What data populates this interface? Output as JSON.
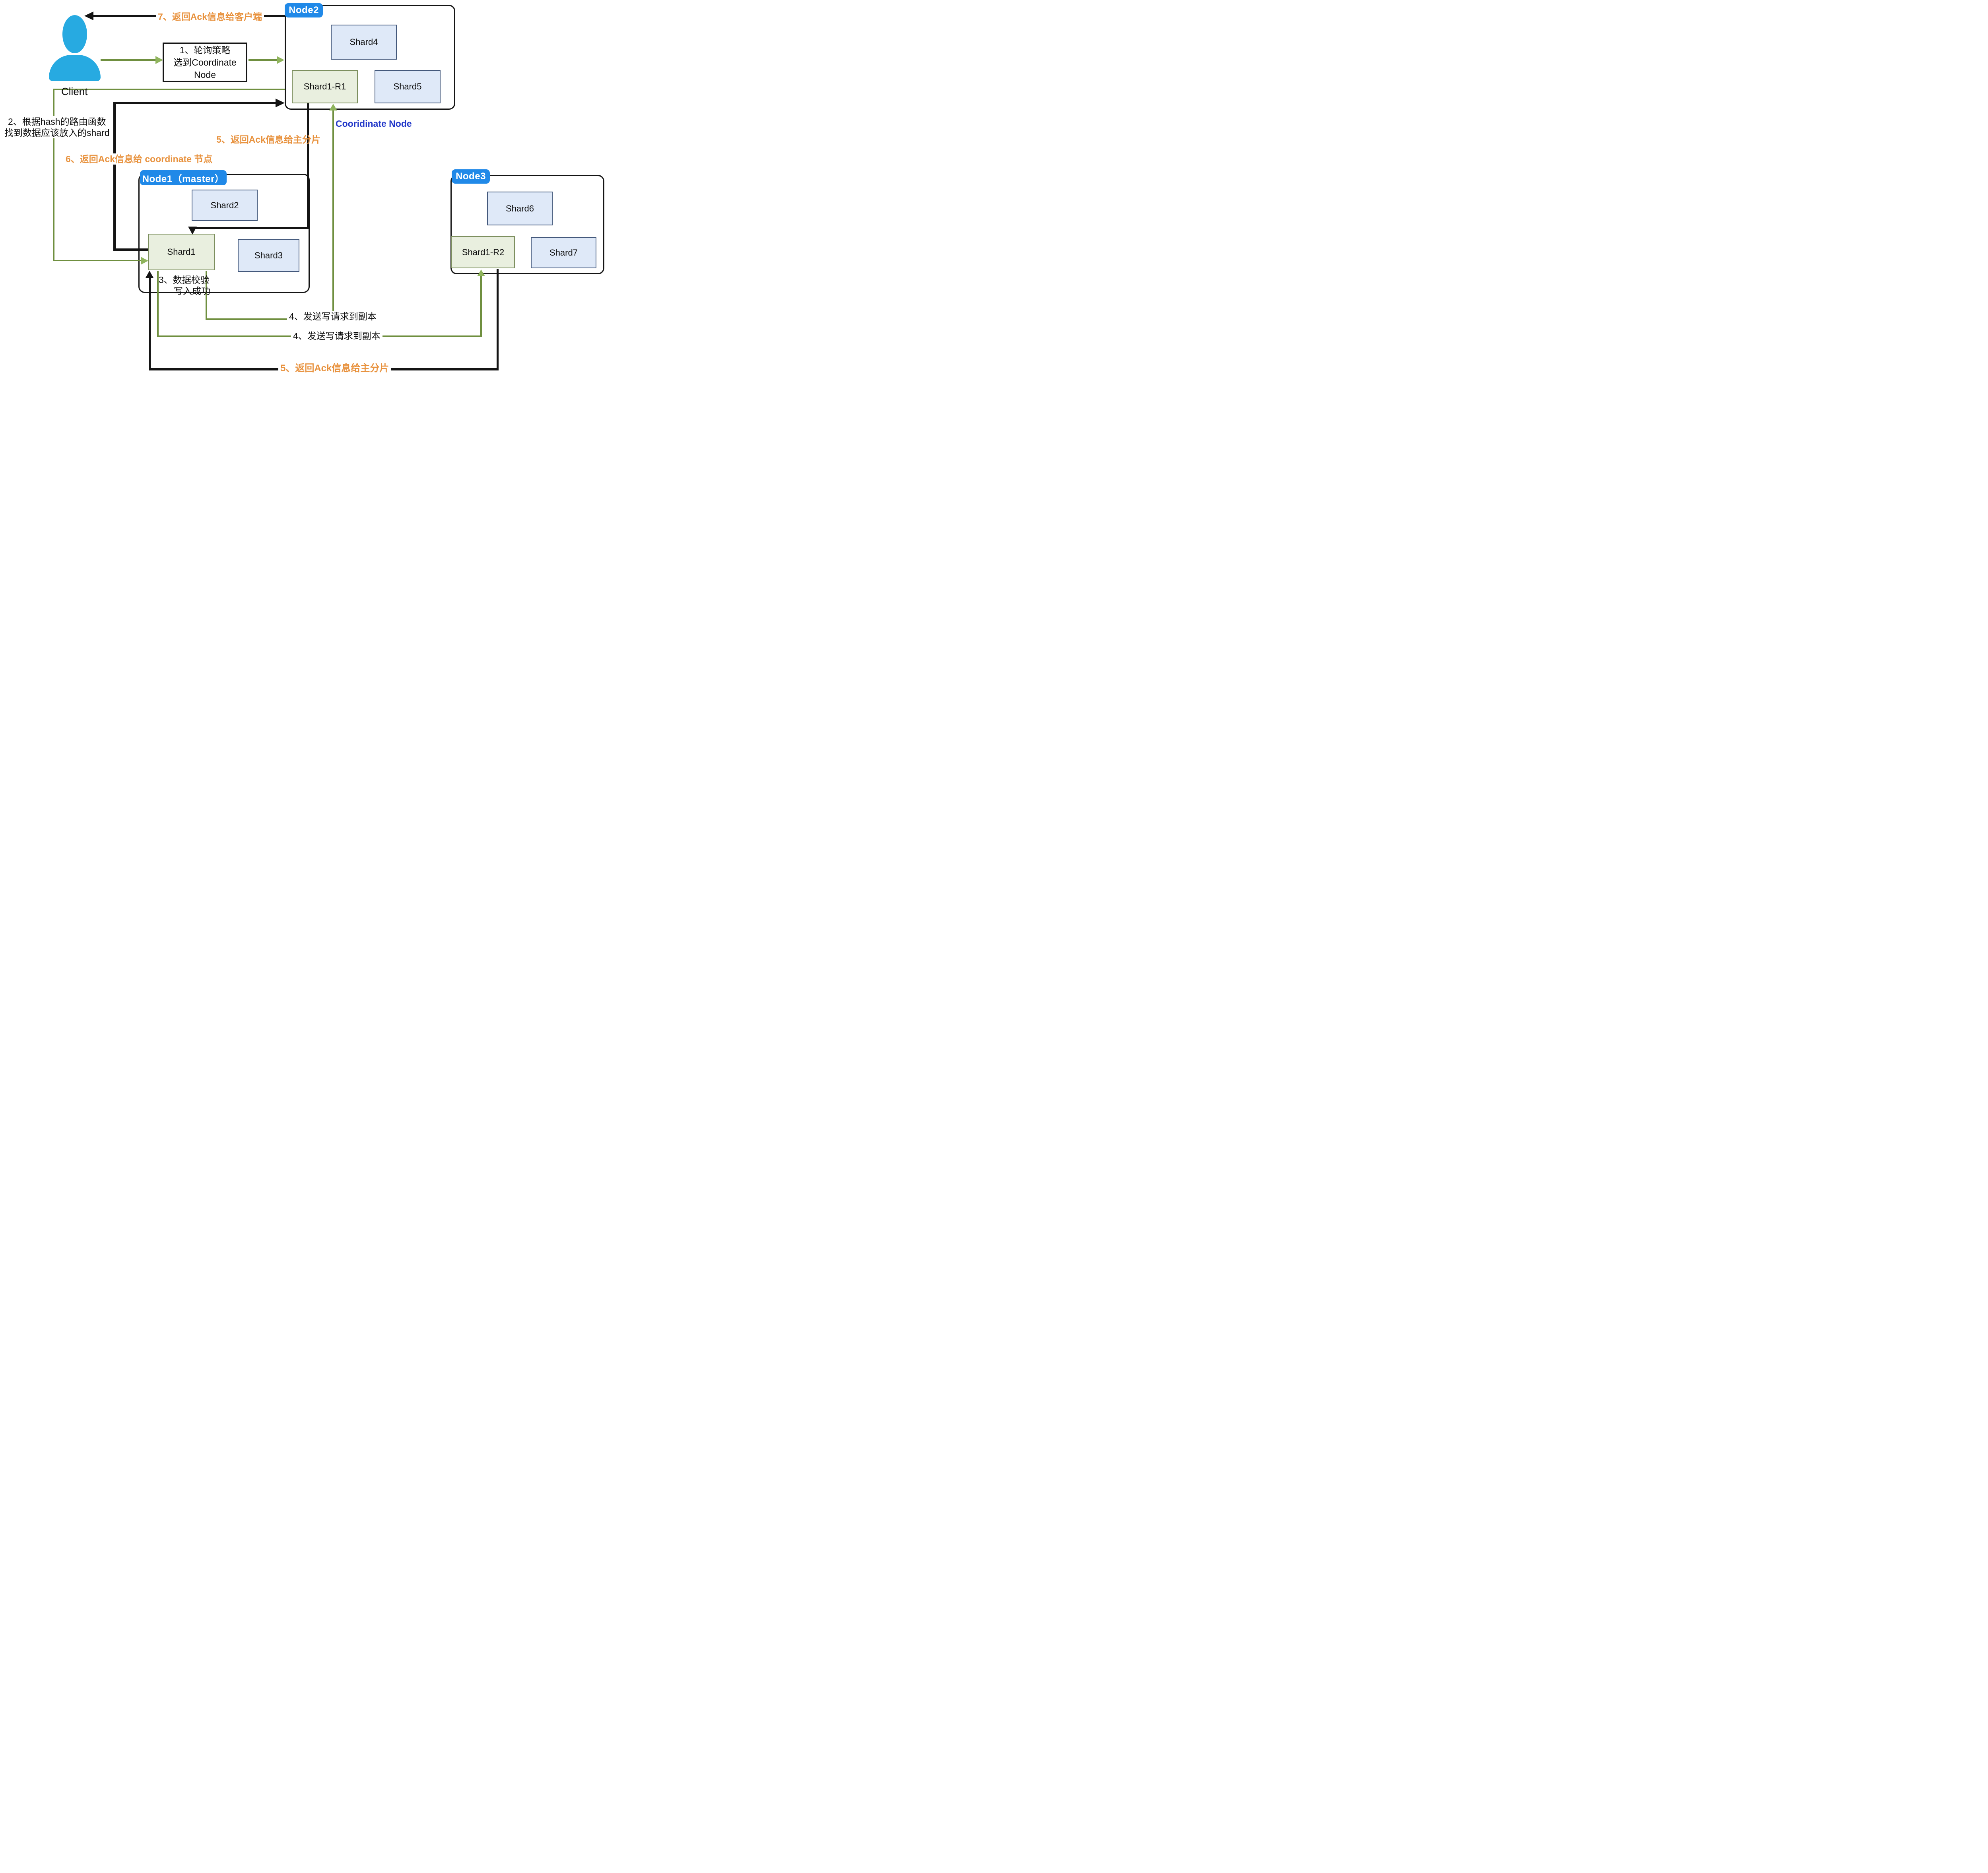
{
  "client": {
    "label": "Client"
  },
  "flow_box": {
    "line1": "1、轮询策略",
    "line2": "选到Coordinate Node"
  },
  "annotations": {
    "step2_line1": "2、根据hash的路由函数",
    "step2_line2": "找到数据应该放入的shard",
    "step3_line1": "3、数据校验",
    "step3_line2": "写入成功",
    "step4_first": "4、发送写请求到副本",
    "step4_second": "4、发送写请求到副本",
    "step5_upper": "5、返回Ack信息给主分片",
    "step5_lower": "5、返回Ack信息给主分片",
    "step6": "6、返回Ack信息给 coordinate 节点",
    "step7": "7、返回Ack信息给客户端",
    "coordinate_node": "Cooridinate Node"
  },
  "nodes": {
    "node2": {
      "label": "Node2",
      "shard_top": "Shard4",
      "shard_left": "Shard1-R1",
      "shard_right": "Shard5"
    },
    "node1": {
      "label": "Node1（master）",
      "shard_top": "Shard2",
      "shard_left": "Shard1",
      "shard_right": "Shard3"
    },
    "node3": {
      "label": "Node3",
      "shard_top": "Shard6",
      "shard_left": "Shard1-R2",
      "shard_right": "Shard7"
    }
  },
  "colors": {
    "node_tab_blue": "#2089e8",
    "shard_blue_fill": "#dfe9f8",
    "shard_blue_border": "#44597c",
    "shard_green_fill": "#e9efdf",
    "shard_green_border": "#7d8f5f",
    "arrow_green": "#6f8f3f",
    "arrow_black": "#141414",
    "label_orange": "#e8923e",
    "coordinate_text_blue": "#2036c8",
    "client_blue": "#27aae1"
  }
}
